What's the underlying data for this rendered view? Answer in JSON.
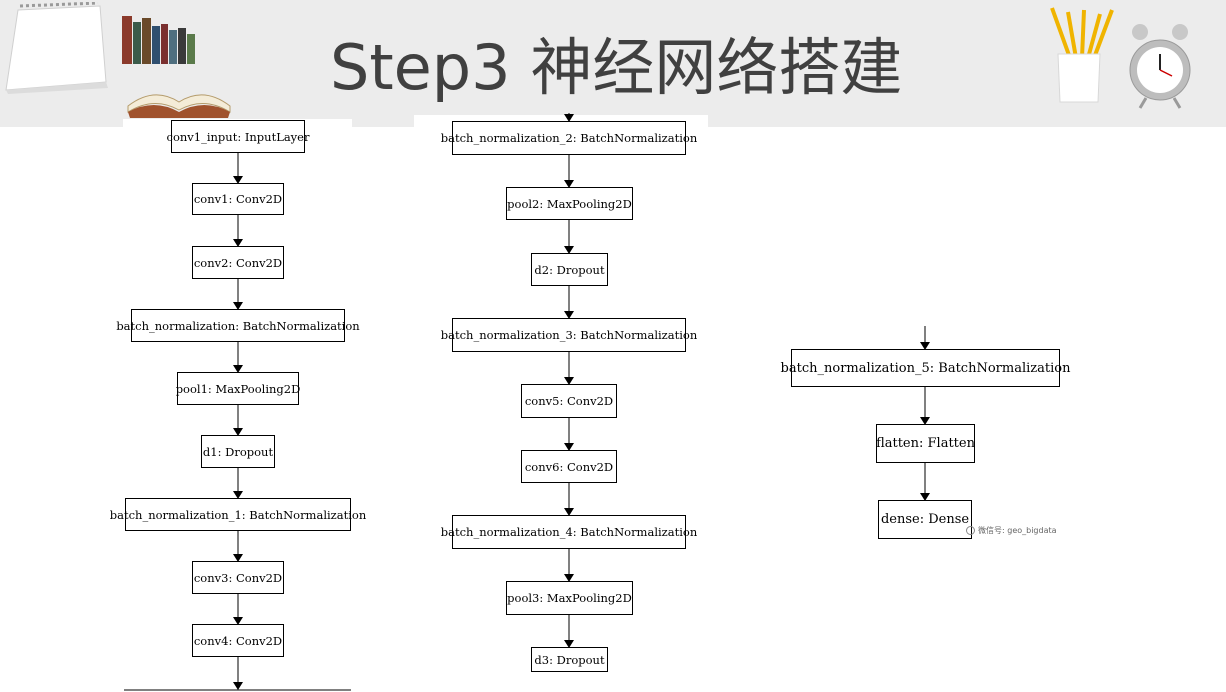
{
  "slide": {
    "title": "Step3  神经网络搭建"
  },
  "diagram": {
    "column1": [
      "conv1_input: InputLayer",
      "conv1: Conv2D",
      "conv2: Conv2D",
      "batch_normalization: BatchNormalization",
      "pool1: MaxPooling2D",
      "d1: Dropout",
      "batch_normalization_1: BatchNormalization",
      "conv3: Conv2D",
      "conv4: Conv2D"
    ],
    "column2": [
      "batch_normalization_2: BatchNormalization",
      "pool2: MaxPooling2D",
      "d2: Dropout",
      "batch_normalization_3: BatchNormalization",
      "conv5: Conv2D",
      "conv6: Conv2D",
      "batch_normalization_4: BatchNormalization",
      "pool3: MaxPooling2D",
      "d3: Dropout"
    ],
    "column3": [
      "batch_normalization_5: BatchNormalization",
      "flatten: Flatten",
      "dense: Dense"
    ]
  },
  "watermark": {
    "text": "微信号: geo_bigdata",
    "icon": "wechat-icon"
  },
  "decorations": {
    "left": [
      "desk-calendar-icon",
      "books-icon",
      "open-book-icon"
    ],
    "right": [
      "pencil-cup-icon",
      "alarm-clock-icon"
    ]
  }
}
